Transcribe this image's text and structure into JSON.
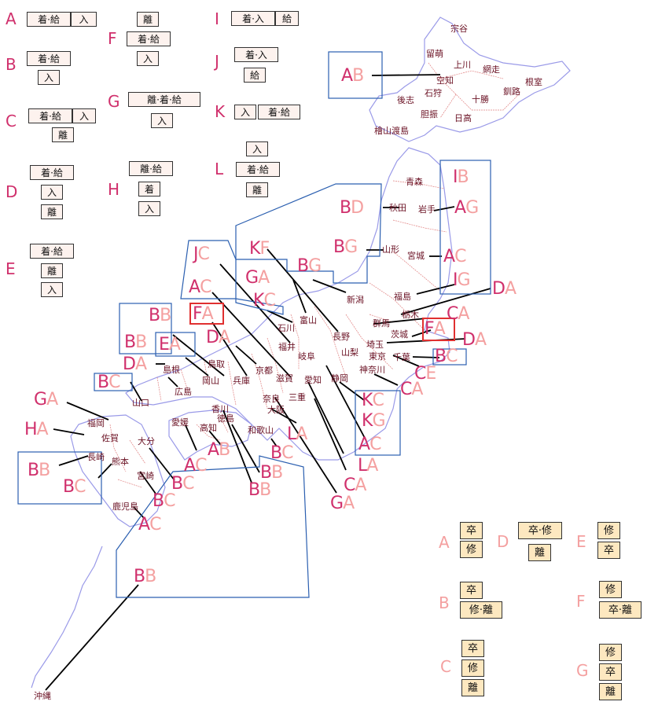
{
  "prefectures": [
    {
      "key": "soya",
      "text": "宗谷"
    },
    {
      "key": "rumoi",
      "text": "留萌"
    },
    {
      "key": "kamikawa",
      "text": "上川"
    },
    {
      "key": "abashiri",
      "text": "網走"
    },
    {
      "key": "sorachi",
      "text": "空知"
    },
    {
      "key": "nemuro",
      "text": "根室"
    },
    {
      "key": "ishikari",
      "text": "石狩"
    },
    {
      "key": "kushiro",
      "text": "釧路"
    },
    {
      "key": "shiribeshi",
      "text": "後志"
    },
    {
      "key": "tokachi",
      "text": "十勝"
    },
    {
      "key": "iburi",
      "text": "胆振"
    },
    {
      "key": "hidaka",
      "text": "日高"
    },
    {
      "key": "hiyama",
      "text": "檜山渡島"
    },
    {
      "key": "aomori",
      "text": "青森"
    },
    {
      "key": "akita",
      "text": "秋田"
    },
    {
      "key": "iwate",
      "text": "岩手"
    },
    {
      "key": "yamagata",
      "text": "山形"
    },
    {
      "key": "miyagi",
      "text": "宮城"
    },
    {
      "key": "niigata",
      "text": "新潟"
    },
    {
      "key": "fukushima",
      "text": "福島"
    },
    {
      "key": "tochigi",
      "text": "栃木"
    },
    {
      "key": "gunma",
      "text": "群馬"
    },
    {
      "key": "ibaraki",
      "text": "茨城"
    },
    {
      "key": "toyama",
      "text": "富山"
    },
    {
      "key": "ishikawa",
      "text": "石川"
    },
    {
      "key": "nagano",
      "text": "長野"
    },
    {
      "key": "saitama",
      "text": "埼玉"
    },
    {
      "key": "fukui",
      "text": "福井"
    },
    {
      "key": "yamanashi",
      "text": "山梨"
    },
    {
      "key": "tokyo",
      "text": "東京"
    },
    {
      "key": "chiba",
      "text": "千葉"
    },
    {
      "key": "gifu",
      "text": "岐阜"
    },
    {
      "key": "kanagawa",
      "text": "神奈川"
    },
    {
      "key": "tottori",
      "text": "鳥取"
    },
    {
      "key": "kyoto",
      "text": "京都"
    },
    {
      "key": "shimane",
      "text": "島根"
    },
    {
      "key": "shiga",
      "text": "滋賀"
    },
    {
      "key": "aichi",
      "text": "愛知"
    },
    {
      "key": "shizuoka",
      "text": "静岡"
    },
    {
      "key": "okayama",
      "text": "岡山"
    },
    {
      "key": "hyogo",
      "text": "兵庫"
    },
    {
      "key": "hiroshima",
      "text": "広島"
    },
    {
      "key": "nara",
      "text": "奈良"
    },
    {
      "key": "mie",
      "text": "三重"
    },
    {
      "key": "yamaguchi",
      "text": "山口"
    },
    {
      "key": "osaka",
      "text": "大阪"
    },
    {
      "key": "kagawa",
      "text": "香川"
    },
    {
      "key": "fukuoka",
      "text": "福岡"
    },
    {
      "key": "tokushima",
      "text": "徳島"
    },
    {
      "key": "ehime",
      "text": "愛媛"
    },
    {
      "key": "kochi",
      "text": "高知"
    },
    {
      "key": "wakayama",
      "text": "和歌山"
    },
    {
      "key": "saga",
      "text": "佐賀"
    },
    {
      "key": "oita",
      "text": "大分"
    },
    {
      "key": "nagasaki",
      "text": "長崎"
    },
    {
      "key": "kumamoto",
      "text": "熊本"
    },
    {
      "key": "miyazaki",
      "text": "宮崎"
    },
    {
      "key": "kagoshima",
      "text": "鹿児島"
    },
    {
      "key": "okinawa",
      "text": "沖縄"
    }
  ],
  "region_codes": [
    {
      "key": "hokkaido",
      "a": "A",
      "b": "B",
      "ca": "#d0306c",
      "cb": "#f4a0a0"
    },
    {
      "key": "aomori",
      "a": "I",
      "b": "B",
      "ca": "#d0306c",
      "cb": "#f4a0a0"
    },
    {
      "key": "iwate",
      "a": "A",
      "b": "G",
      "ca": "#d0306c",
      "cb": "#f4a0a0"
    },
    {
      "key": "akita",
      "a": "B",
      "b": "D",
      "ca": "#d0306c",
      "cb": "#f4a0a0"
    },
    {
      "key": "yamagata",
      "a": "B",
      "b": "G",
      "ca": "#d0306c",
      "cb": "#f4a0a0"
    },
    {
      "key": "miyagi",
      "a": "A",
      "b": "C",
      "ca": "#d0306c",
      "cb": "#f4a0a0"
    },
    {
      "key": "fukushima",
      "a": "I",
      "b": "G",
      "ca": "#d0306c",
      "cb": "#f4a0a0"
    },
    {
      "key": "tochigi",
      "a": "D",
      "b": "A",
      "ca": "#d0306c",
      "cb": "#f4a0a0"
    },
    {
      "key": "ibaraki",
      "a": "C",
      "b": "A",
      "ca": "#d0306c",
      "cb": "#f4a0a0"
    },
    {
      "key": "gunma",
      "a": "F",
      "b": "A",
      "ca": "#d0306c",
      "cb": "#f4a0a0"
    },
    {
      "key": "chiba",
      "a": "D",
      "b": "A",
      "ca": "#d0306c",
      "cb": "#f4a0a0"
    },
    {
      "key": "saitama",
      "a": "B",
      "b": "C",
      "ca": "#d0306c",
      "cb": "#f4a0a0"
    },
    {
      "key": "tokyo",
      "a": "C",
      "b": "E",
      "ca": "#d0306c",
      "cb": "#f4a0a0"
    },
    {
      "key": "kanagawa",
      "a": "C",
      "b": "A",
      "ca": "#d0306c",
      "cb": "#f4a0a0"
    },
    {
      "key": "niigata",
      "a": "B",
      "b": "G",
      "ca": "#d0306c",
      "cb": "#f4a0a0"
    },
    {
      "key": "nagano",
      "a": "K",
      "b": "F",
      "ca": "#d0306c",
      "cb": "#f4a0a0"
    },
    {
      "key": "toyama",
      "a": "G",
      "b": "A",
      "ca": "#d0306c",
      "cb": "#f4a0a0"
    },
    {
      "key": "ishikawa",
      "a": "K",
      "b": "C",
      "ca": "#d0306c",
      "cb": "#f4a0a0"
    },
    {
      "key": "fukui",
      "a": "J",
      "b": "C",
      "ca": "#d0306c",
      "cb": "#f4a0a0"
    },
    {
      "key": "shiga",
      "a": "A",
      "b": "C",
      "ca": "#d0306c",
      "cb": "#f4a0a0"
    },
    {
      "key": "kyoto",
      "a": "D",
      "b": "A",
      "ca": "#d0306c",
      "cb": "#f4a0a0"
    },
    {
      "key": "hyogo",
      "a": "F",
      "b": "A",
      "ca": "#d0306c",
      "cb": "#f4a0a0"
    },
    {
      "key": "tottori",
      "a": "B",
      "b": "B",
      "ca": "#d0306c",
      "cb": "#f4a0a0"
    },
    {
      "key": "okayama",
      "a": "E",
      "b": "A",
      "ca": "#d0306c",
      "cb": "#f4a0a0"
    },
    {
      "key": "shimane",
      "a": "B",
      "b": "B",
      "ca": "#d0306c",
      "cb": "#f4a0a0"
    },
    {
      "key": "hiroshima",
      "a": "D",
      "b": "A",
      "ca": "#d0306c",
      "cb": "#f4a0a0"
    },
    {
      "key": "yamaguchi",
      "a": "B",
      "b": "C",
      "ca": "#d0306c",
      "cb": "#f4a0a0"
    },
    {
      "key": "yamanashi",
      "a": "K",
      "b": "C",
      "ca": "#d0306c",
      "cb": "#f4a0a0"
    },
    {
      "key": "shizuoka",
      "a": "K",
      "b": "G",
      "ca": "#d0306c",
      "cb": "#f4a0a0"
    },
    {
      "key": "gifu",
      "a": "A",
      "b": "C",
      "ca": "#d0306c",
      "cb": "#f4a0a0"
    },
    {
      "key": "aichi",
      "a": "L",
      "b": "A",
      "ca": "#d0306c",
      "cb": "#f4a0a0"
    },
    {
      "key": "mie",
      "a": "C",
      "b": "A",
      "ca": "#d0306c",
      "cb": "#f4a0a0"
    },
    {
      "key": "nara",
      "a": "G",
      "b": "A",
      "ca": "#d0306c",
      "cb": "#f4a0a0"
    },
    {
      "key": "osaka",
      "a": "L",
      "b": "A",
      "ca": "#d0306c",
      "cb": "#f4a0a0"
    },
    {
      "key": "wakayama",
      "a": "B",
      "b": "C",
      "ca": "#d0306c",
      "cb": "#f4a0a0"
    },
    {
      "key": "kagawa",
      "a": "B",
      "b": "B",
      "ca": "#d0306c",
      "cb": "#f4a0a0"
    },
    {
      "key": "tokushima",
      "a": "B",
      "b": "B",
      "ca": "#d0306c",
      "cb": "#f4a0a0"
    },
    {
      "key": "kochi",
      "a": "A",
      "b": "B",
      "ca": "#d0306c",
      "cb": "#f4a0a0"
    },
    {
      "key": "ehime",
      "a": "A",
      "b": "C",
      "ca": "#d0306c",
      "cb": "#f4a0a0"
    },
    {
      "key": "fukuoka",
      "a": "G",
      "b": "A",
      "ca": "#d0306c",
      "cb": "#f4a0a0"
    },
    {
      "key": "saga",
      "a": "H",
      "b": "A",
      "ca": "#d0306c",
      "cb": "#f4a0a0"
    },
    {
      "key": "nagasaki",
      "a": "B",
      "b": "B",
      "ca": "#d0306c",
      "cb": "#f4a0a0"
    },
    {
      "key": "kumamoto",
      "a": "B",
      "b": "C",
      "ca": "#d0306c",
      "cb": "#f4a0a0"
    },
    {
      "key": "oita",
      "a": "B",
      "b": "C",
      "ca": "#d0306c",
      "cb": "#f4a0a0"
    },
    {
      "key": "miyazaki",
      "a": "B",
      "b": "C",
      "ca": "#d0306c",
      "cb": "#f4a0a0"
    },
    {
      "key": "kagoshima",
      "a": "A",
      "b": "C",
      "ca": "#d0306c",
      "cb": "#f4a0a0"
    },
    {
      "key": "okinawa",
      "a": "B",
      "b": "B",
      "ca": "#d0306c",
      "cb": "#f4a0a0"
    }
  ],
  "legend_left": [
    {
      "letter": "A",
      "rows": [
        [
          "着·給",
          "入"
        ]
      ]
    },
    {
      "letter": "B",
      "rows": [
        [
          "着·給"
        ],
        [
          "入"
        ]
      ]
    },
    {
      "letter": "C",
      "rows": [
        [
          "着·給",
          "入"
        ],
        [
          "離"
        ]
      ]
    },
    {
      "letter": "D",
      "rows": [
        [
          "着·給"
        ],
        [
          "入"
        ],
        [
          "離"
        ]
      ]
    },
    {
      "letter": "E",
      "rows": [
        [
          "着·給"
        ],
        [
          "離"
        ],
        [
          "入"
        ]
      ]
    },
    {
      "letter": "F",
      "rows": [
        [
          "離"
        ],
        [
          "着·給"
        ],
        [
          "入"
        ]
      ]
    },
    {
      "letter": "G",
      "rows": [
        [
          "離·着·給"
        ],
        [
          "入"
        ]
      ]
    },
    {
      "letter": "H",
      "rows": [
        [
          "離·給"
        ],
        [
          "着"
        ],
        [
          "入"
        ]
      ]
    },
    {
      "letter": "I",
      "rows": [
        [
          "着·入",
          "給"
        ]
      ]
    },
    {
      "letter": "J",
      "rows": [
        [
          "着·入"
        ],
        [
          "給"
        ]
      ]
    },
    {
      "letter": "K",
      "rows": [
        [
          "入",
          "着·給"
        ]
      ]
    },
    {
      "letter": "L",
      "rows": [
        [
          "入"
        ],
        [
          "着·給"
        ],
        [
          "離"
        ]
      ]
    }
  ],
  "legend_right": [
    {
      "letter": "A",
      "rows": [
        [
          "卒"
        ],
        [
          "修"
        ]
      ]
    },
    {
      "letter": "D",
      "rows": [
        [
          "卒·修"
        ],
        [
          "離"
        ]
      ]
    },
    {
      "letter": "E",
      "rows": [
        [
          "修"
        ],
        [
          "卒"
        ]
      ]
    },
    {
      "letter": "B",
      "rows": [
        [
          "卒"
        ],
        [
          "修·離"
        ]
      ]
    },
    {
      "letter": "F",
      "rows": [
        [
          "修"
        ],
        [
          "卒·離"
        ]
      ]
    },
    {
      "letter": "C",
      "rows": [
        [
          "卒"
        ],
        [
          "修"
        ],
        [
          "離"
        ]
      ]
    },
    {
      "letter": "G",
      "rows": [
        [
          "修"
        ],
        [
          "卒"
        ],
        [
          "離"
        ]
      ]
    }
  ],
  "colors": {
    "code_primary": "#d0306c",
    "code_secondary": "#f4a0a0",
    "legend_letter": "#d0306c",
    "legend_letter_right": "#f4a0a0",
    "frame": "#2b5fb0",
    "highlight": "#e03030",
    "coast": "#9a9ae8",
    "border": "#e08080"
  }
}
